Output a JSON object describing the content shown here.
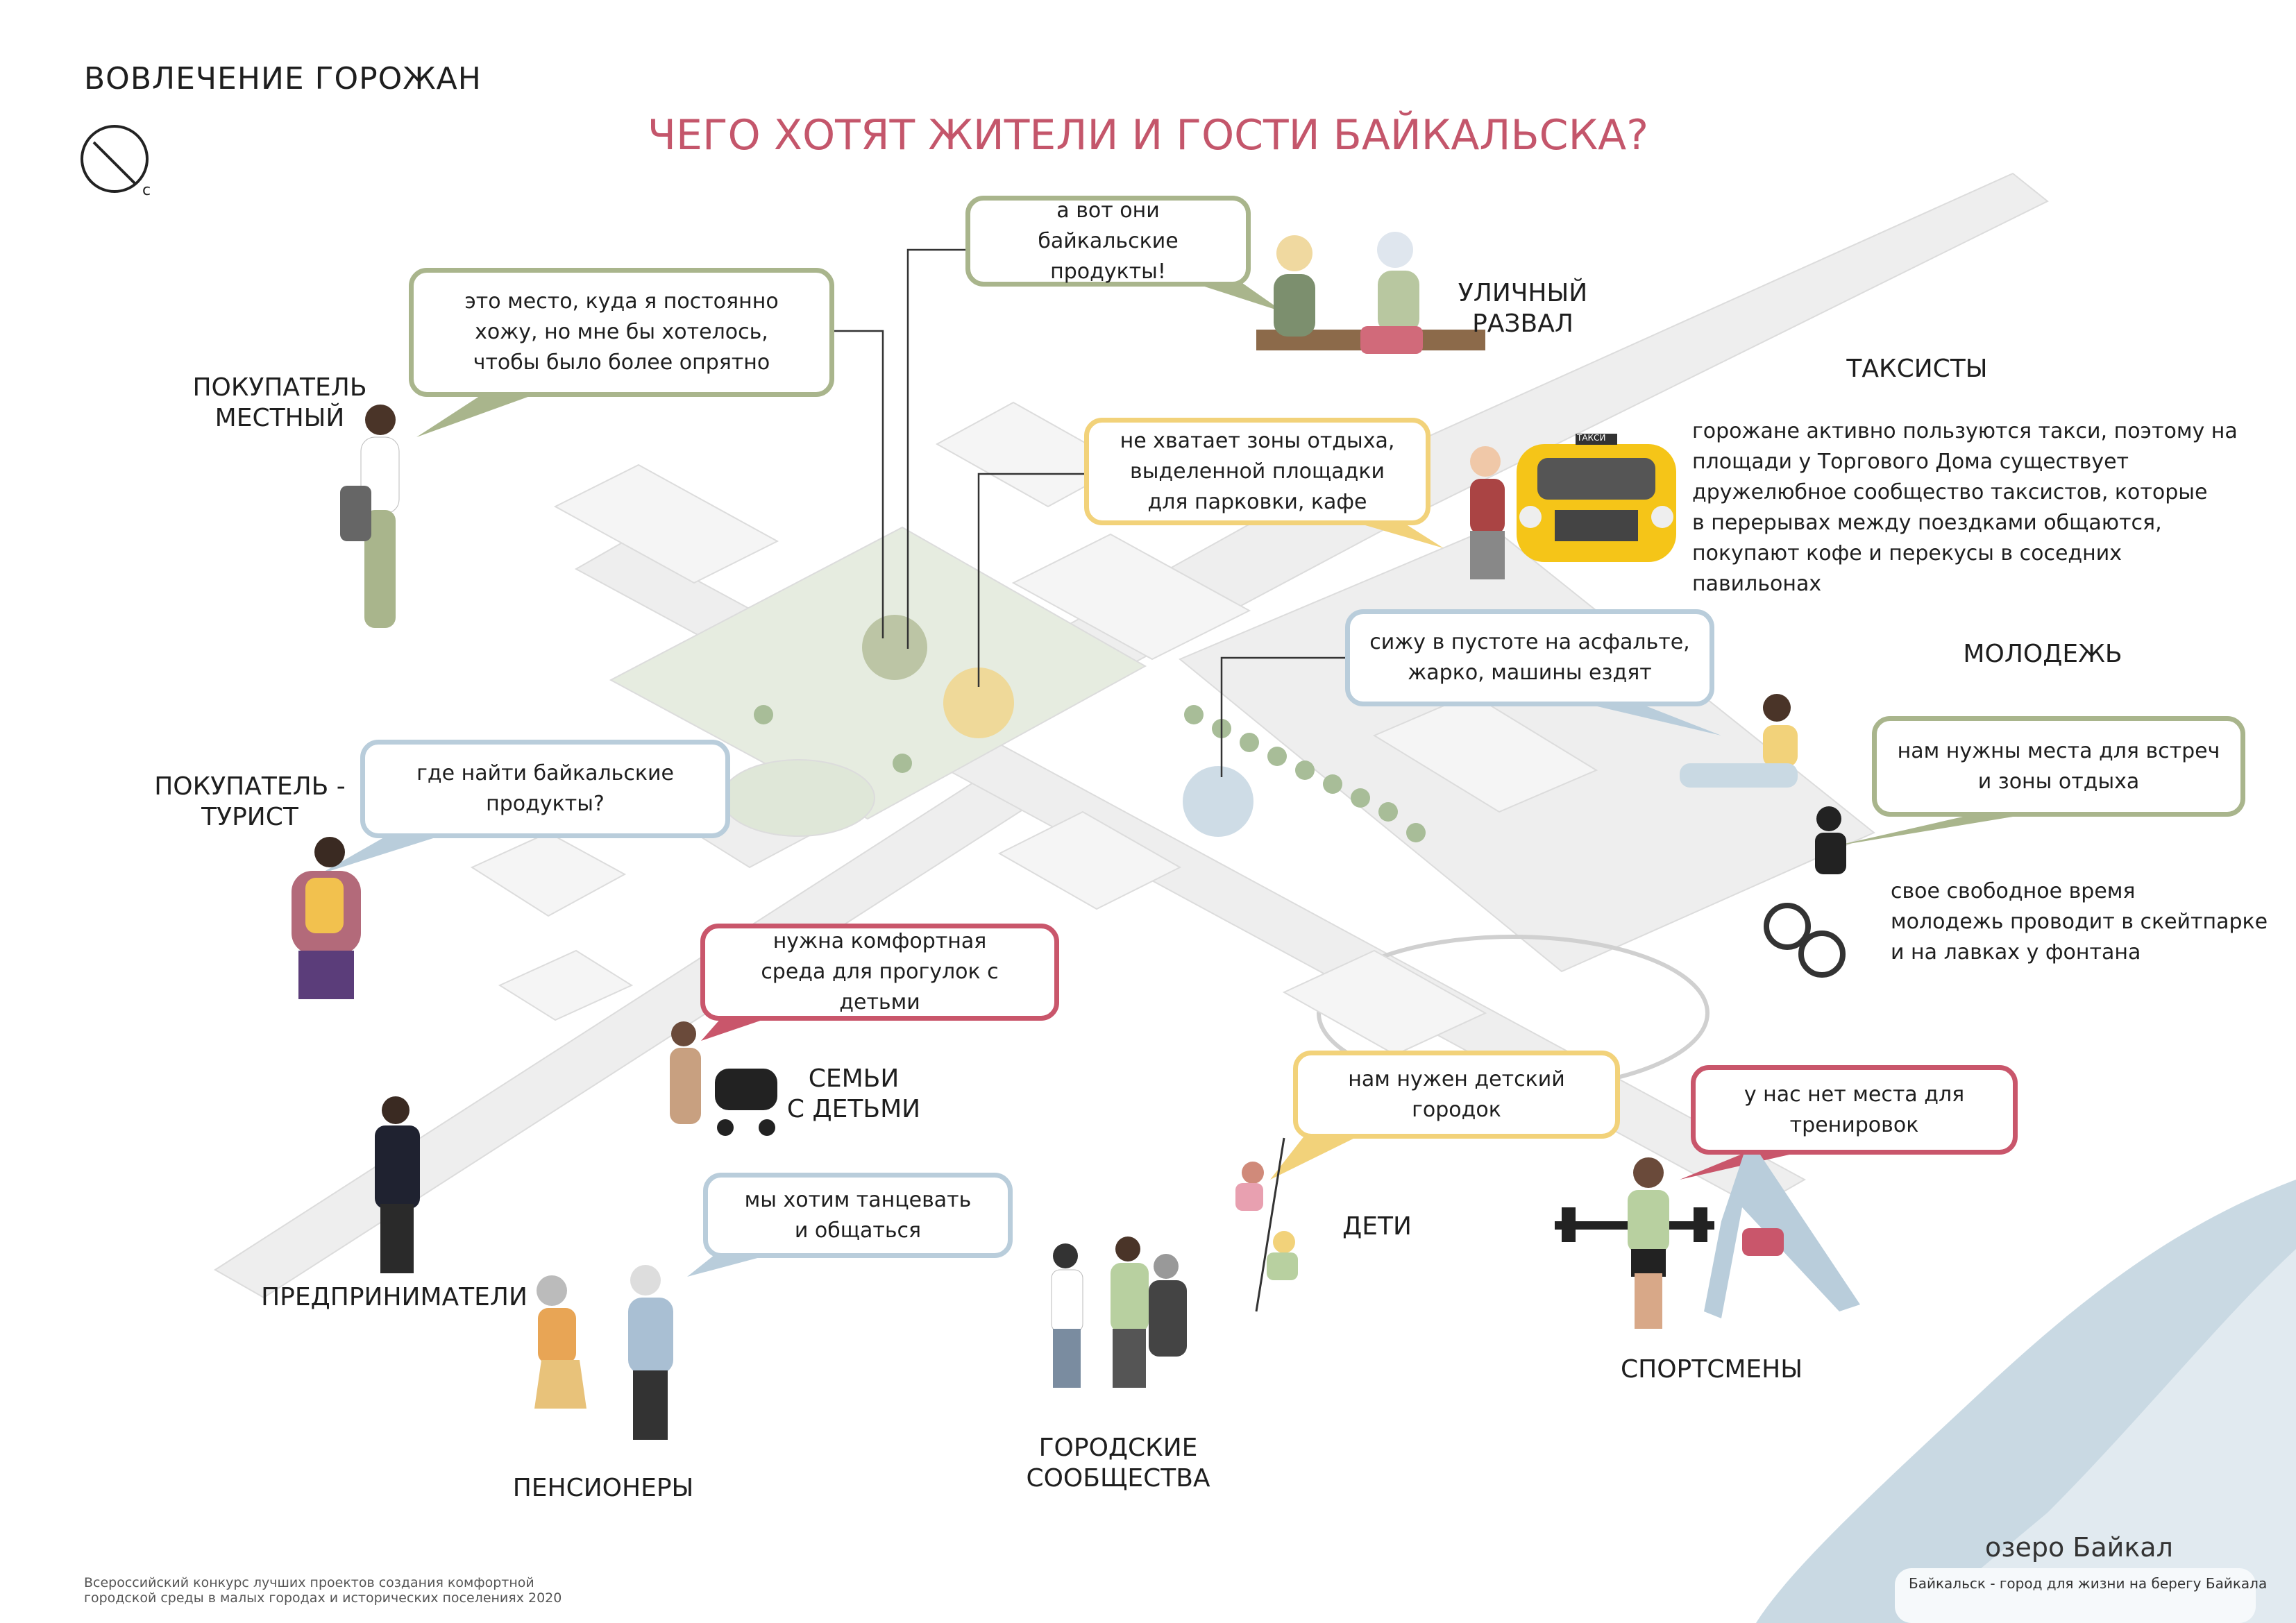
{
  "header": {
    "section": "ВОВЛЕЧЕНИЕ ГОРОЖАН",
    "logo_letter": "с",
    "title": "ЧЕГО ХОТЯТ ЖИТЕЛИ И ГОСТИ БАЙКАЛЬСКА?"
  },
  "bubbles": [
    {
      "text": "это место, куда я постоянно\nхожу, но мне бы хотелось,\nчтобы было более опрятно"
    },
    {
      "text": "а вот они байкальские\nпродукты!"
    },
    {
      "text": "не хватает зоны отдыха,\nвыделенной площадки\nдля парковки, кафе"
    },
    {
      "text": "сижу в пустоте на асфальте,\nжарко, машины ездят"
    },
    {
      "text": "нам нужны места для встреч\nи зоны отдыха"
    },
    {
      "text": "где найти байкальские\nпродукты?"
    },
    {
      "text": "нужна комфортная\nсреда для прогулок с детьми"
    },
    {
      "text": "нам нужен детский\nгородок"
    },
    {
      "text": "у нас нет места для\nтренировок"
    },
    {
      "text": "мы хотим танцевать\nи общаться"
    }
  ],
  "groups": {
    "local_buyer": "ПОКУПАТЕЛЬ\nМЕСТНЫЙ",
    "street_market": "УЛИЧНЫЙ\nРАЗВАЛ",
    "taxi": "ТАКСИСТЫ",
    "taxi_text": "горожане активно пользуются такси, поэтому на\nплощади у Торгового Дома существует\nдружелюбное сообщество  таксистов, которые\nв перерывах между поездками общаются,\nпокупают кофе и перекусы в соседних\nпавильонах",
    "taxi_sign": "ТАКСИ",
    "youth": "МОЛОДЕЖЬ",
    "youth_text": "свое свободное время\nмолодежь проводит в скейтпарке\nи на лавках у фонтана",
    "tourist": "ПОКУПАТЕЛЬ -\nТУРИСТ",
    "families": "СЕМЬИ\nС ДЕТЬМИ",
    "kids": "ДЕТИ",
    "entrepreneurs": "ПРЕДПРИНИМАТЕЛИ",
    "athletes": "СПОРТСМЕНЫ",
    "communities": "ГОРОДСКИЕ\nСООБЩЕСТВА",
    "pensioners": "ПЕНСИОНЕРЫ"
  },
  "footer": {
    "contest": "Всероссийский конкурс лучших проектов создания комфортной\nгородской среды в малых городах и исторических поселениях 2020",
    "lake": "озеро Байкал",
    "slogan": "Байкальск - город для жизни на берегу Байкала"
  },
  "colors": {
    "green": "#a9b58c",
    "yellow": "#f2d27a",
    "blue": "#b9cddb",
    "red": "#c9566b",
    "title": "#c4566b"
  }
}
